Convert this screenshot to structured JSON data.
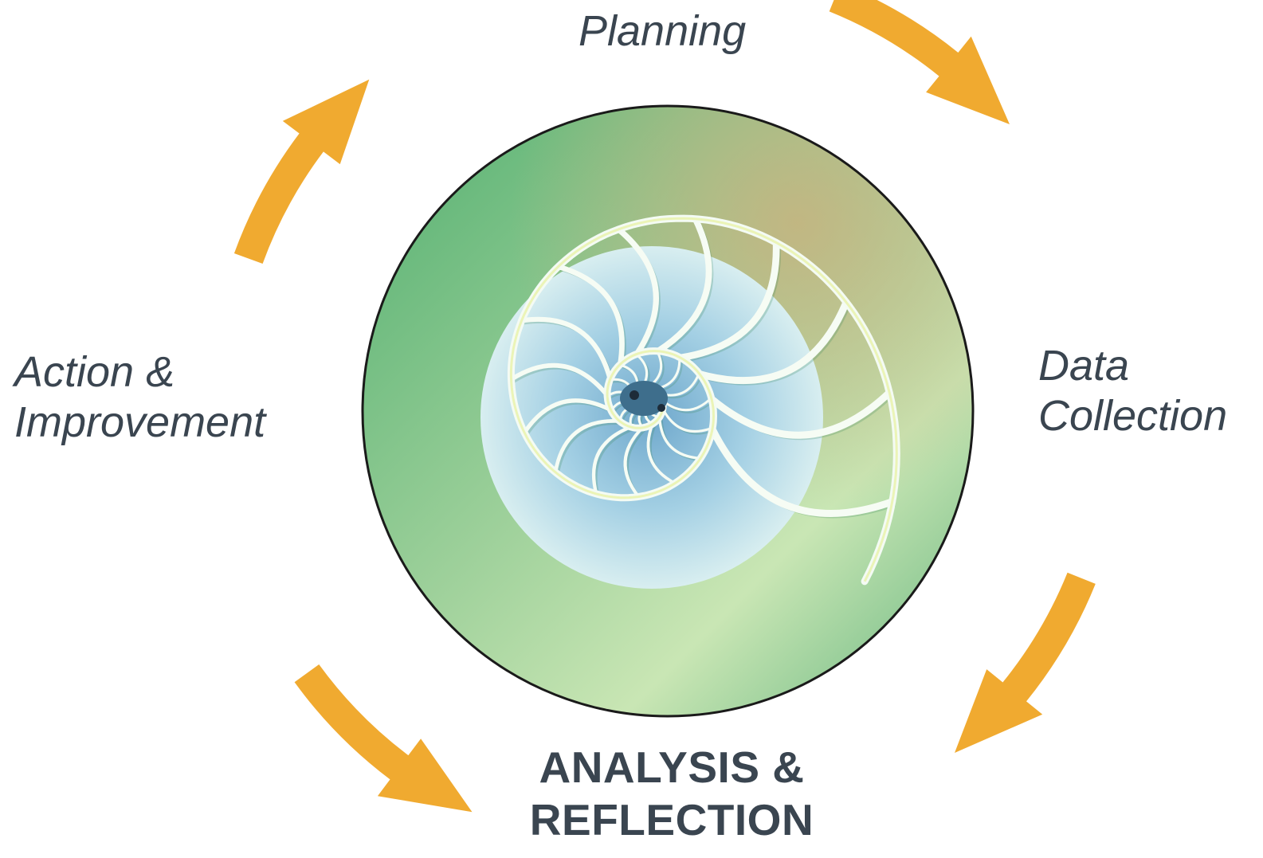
{
  "diagram": {
    "type": "cycle",
    "stages": [
      {
        "id": "planning",
        "lines": [
          "Planning"
        ]
      },
      {
        "id": "data-collection",
        "lines": [
          "Data",
          "Collection"
        ]
      },
      {
        "id": "analysis-reflection",
        "lines": [
          "ANALYSIS &",
          "REFLECTION"
        ],
        "emphasized": true
      },
      {
        "id": "action-improvement",
        "lines": [
          "Action &",
          "Improvement"
        ]
      }
    ],
    "direction": "clockwise"
  },
  "center_image": {
    "subject": "nautilus shell cross-section",
    "icon": "nautilus-shell-icon"
  },
  "colors": {
    "arrow": "#F0AA30",
    "text": "#3A4550",
    "shell_light": "#E4F6E0",
    "shell_blue": "#8FC2DC",
    "shell_green": "#3F9E6A",
    "shell_tan": "#CDBC8E",
    "ring": "#1A1A1A"
  }
}
